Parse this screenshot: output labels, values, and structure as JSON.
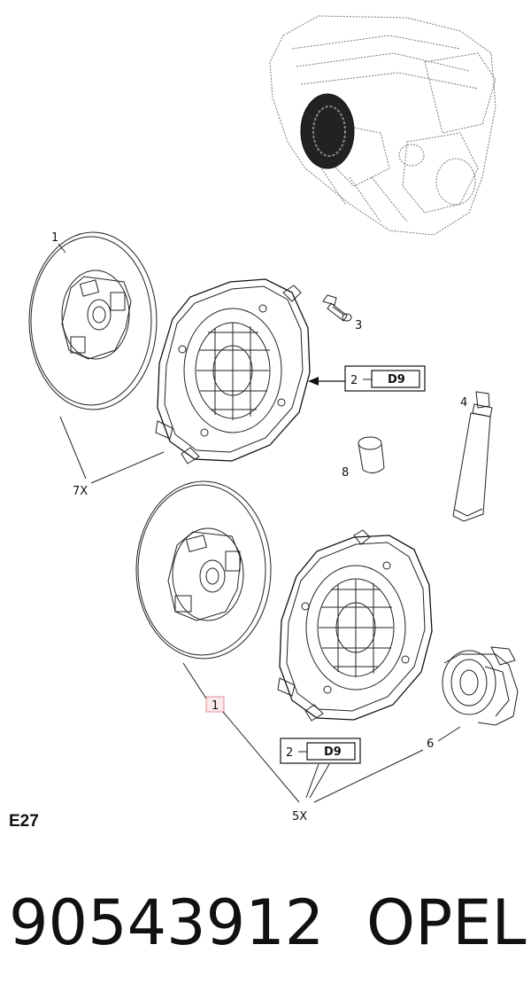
{
  "diagram": {
    "callouts": {
      "c1_top": "1",
      "c3": "3",
      "c4": "4",
      "c8": "8",
      "c6": "6",
      "c7x": "7X",
      "c5x": "5X",
      "c1_highlight": "1"
    },
    "ref_boxes": [
      {
        "qty": "2",
        "code": "D9"
      },
      {
        "qty": "2",
        "code": "D9"
      }
    ],
    "highlight_color": "#e8a0a8"
  },
  "footer": {
    "diagram_code": "E27",
    "part_number": "90543912",
    "brand": "OPEL"
  }
}
